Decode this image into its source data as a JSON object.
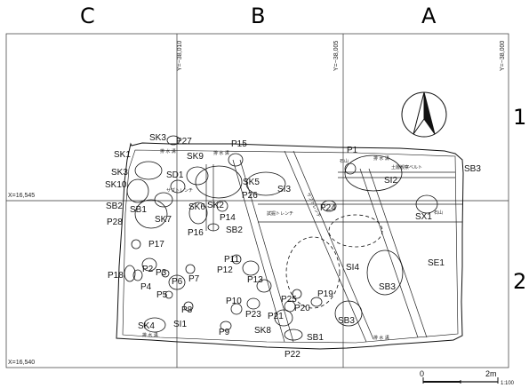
{
  "grid": {
    "columns": [
      "C",
      "B",
      "A"
    ],
    "rows": [
      "1",
      "2"
    ],
    "y_coords": [
      "Y=−38,010",
      "Y=−38,005",
      "Y=−38,000"
    ],
    "x_coords": [
      "X=16,545",
      "X=16,540"
    ]
  },
  "features": {
    "SK3_top": "SK3",
    "P27": "P27",
    "P15": "P15",
    "SK1": "SK1",
    "SK9": "SK9",
    "SK3_left": "SK3",
    "SD1": "SD1",
    "SK10": "SK10",
    "SK5": "SK5",
    "P26": "P26",
    "SI3": "SI3",
    "P1": "P1",
    "SB3_right": "SB3",
    "SI2": "SI2",
    "SB2_left": "SB2",
    "SB1_left": "SB1",
    "SK6": "SK6",
    "SK2": "SK2",
    "P28": "P28",
    "SK7": "SK7",
    "P14": "P14",
    "P24": "P24",
    "SX1": "SX1",
    "P16": "P16",
    "SB2_mid": "SB2",
    "P17": "P17",
    "SE1": "SE1",
    "P11": "P11",
    "P12": "P12",
    "P18": "P18",
    "P2": "P2",
    "P3": "P3",
    "P6": "P6",
    "P7": "P7",
    "P4": "P4",
    "P5": "P5",
    "SI4": "SI4",
    "P13": "P13",
    "SB3_mid": "SB3",
    "P19": "P19",
    "P8": "P8",
    "P10": "P10",
    "P25": "P25",
    "P20": "P20",
    "P23": "P23",
    "P21": "P21",
    "SB3_bottom": "SB3",
    "SK4": "SK4",
    "SI1": "SI1",
    "P9": "P9",
    "SK8": "SK8",
    "SB1_bottom": "SB1",
    "P22": "P22"
  },
  "annotations": {
    "haisuikou_top": "排 水 溝",
    "haisuikou_bottom": "排 水 溝",
    "haisuikou_left": "排 水 溝",
    "haisuikou_right": "排 水 溝",
    "haisuikou_mid": "排 水 溝",
    "sekiseki": "石山",
    "sekiseki2": "石山",
    "dodome_belt": "土層観察ベルト",
    "shikutsu_trench": "試掘トレンチ",
    "subtrench": "サブトレンチ",
    "subtrench_diag": "サブトレンチ"
  },
  "scale": {
    "zero": "0",
    "end": "2m",
    "ratio": "1:100"
  }
}
